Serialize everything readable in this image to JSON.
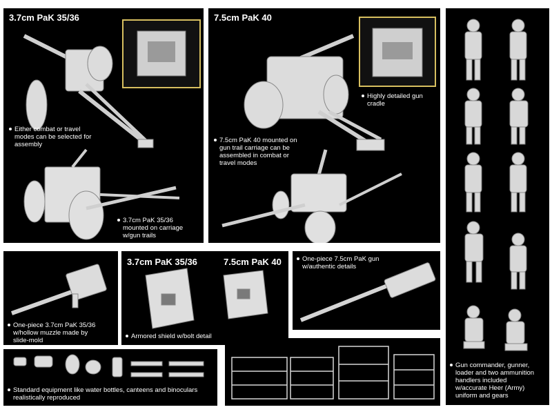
{
  "panels": {
    "pak36": {
      "title": "3.7cm PaK 35/36",
      "cap1": [
        "Either combat or travel",
        "modes can be selected for",
        "assembly"
      ],
      "cap2": [
        "3.7cm PaK 35/36",
        "mounted on carriage",
        "w/gun trails"
      ]
    },
    "pak40": {
      "title": "7.5cm PaK 40",
      "cap1": [
        "Highly detailed gun",
        "cradle"
      ],
      "cap2": [
        "7.5cm PaK 40 mounted on",
        "gun trail carriage can be",
        "assembled in combat or",
        "travel modes"
      ]
    },
    "figures": {
      "cap": [
        "Gun commander, gunner,",
        "loader and two ammunition",
        "handlers included",
        "w/accurate Heer (Army)",
        "uniform and gears"
      ]
    },
    "barrel36": {
      "cap": [
        "One-piece 3.7cm PaK 35/36",
        "w/hollow muzzle made by",
        "slide-mold"
      ]
    },
    "shields": {
      "title1": "3.7cm PaK 35/36",
      "title2": "7.5cm PaK 40",
      "cap": [
        "Armored shield w/bolt detail"
      ]
    },
    "barrel40": {
      "cap": [
        "One-piece 7.5cm PaK gun",
        "w/authentic details"
      ]
    },
    "equipment": {
      "cap": [
        "Standard equipment like water bottles, canteens and binoculars",
        "realistically reproduced"
      ]
    }
  },
  "colors": {
    "panel": "#000000",
    "model": "#e4e4e4",
    "inset_border": "#d8c060"
  },
  "icons": [
    "bullet-dot"
  ]
}
